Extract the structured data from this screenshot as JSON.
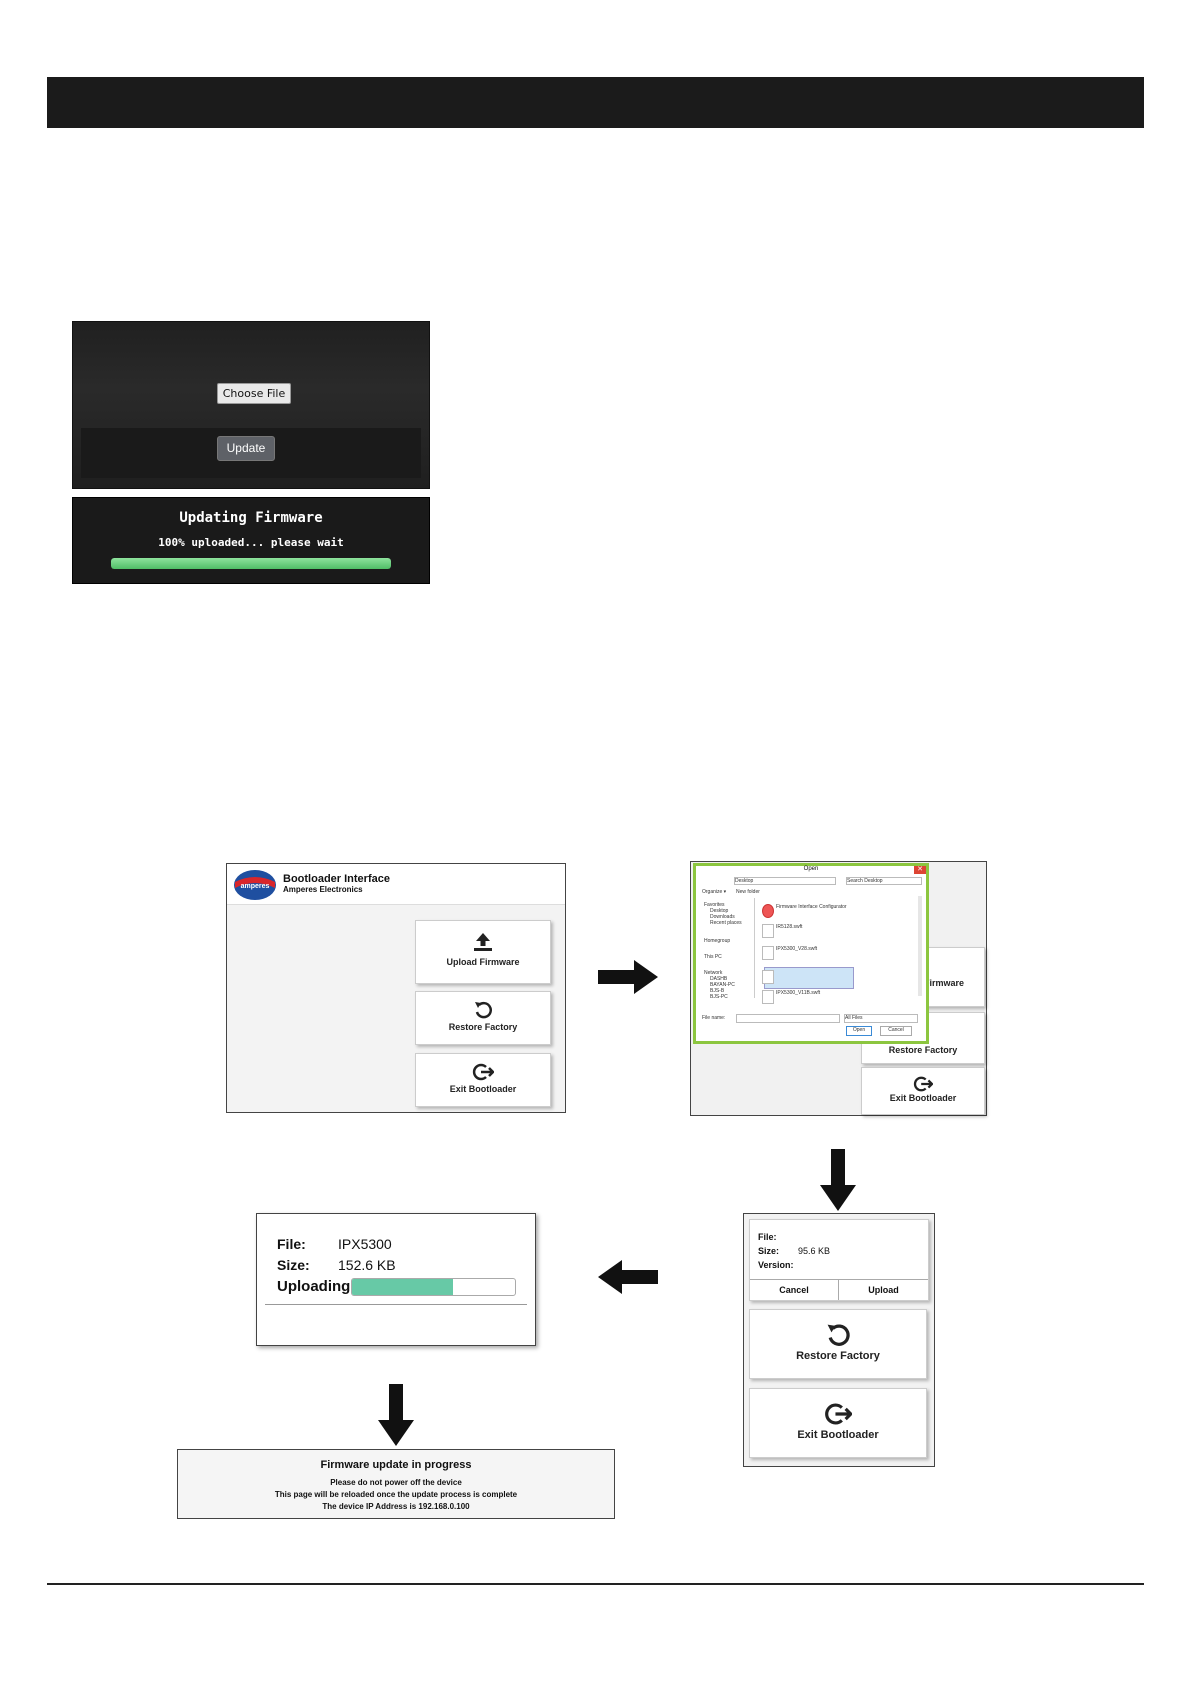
{
  "dark_panel": {
    "choose_file": "Choose File",
    "update": "Update"
  },
  "progress_panel": {
    "title": "Updating Firmware",
    "status": "100% uploaded... please wait",
    "progress": 1.0
  },
  "bootloader": {
    "title": "Bootloader Interface",
    "subtitle": "Amperes Electronics",
    "logo_text": "amperes",
    "upload": "Upload Firmware",
    "restore": "Restore Factory",
    "exit": "Exit Bootloader"
  },
  "open_dialog": {
    "title": "Open",
    "address": "Desktop",
    "search": "Search Desktop",
    "organize": "Organize ▾",
    "new_folder": "New folder",
    "nav": [
      "Favorites",
      "Desktop",
      "Downloads",
      "Recent places",
      "Homegroup",
      "This PC",
      "Network",
      "DASHB",
      "BAYAN-PC",
      "BJS-B",
      "BJS-PC"
    ],
    "files": [
      "Firmware Interface Configurator",
      "IR5128.swft",
      "IPX5300_V28.swft",
      "IPX5300_V11B.swft"
    ],
    "file_name_label": "File name:",
    "file_type": "All Files",
    "open": "Open",
    "cancel": "Cancel",
    "behind_upload": "Firmware",
    "behind_restore": "Restore Factory",
    "behind_exit": "Exit Bootloader"
  },
  "upload_confirm": {
    "file_label": "File:",
    "size_label": "Size:",
    "size_value": "95.6 KB",
    "version_label": "Version:",
    "cancel": "Cancel",
    "upload": "Upload",
    "restore": "Restore Factory",
    "exit": "Exit Bootloader"
  },
  "uploading": {
    "file_label": "File:",
    "file_value": "IPX5300",
    "size_label": "Size:",
    "size_value": "152.6 KB",
    "uploading_label": "Uploading",
    "progress": 0.62
  },
  "in_progress": {
    "title": "Firmware update in progress",
    "line1": "Please do not power off the device",
    "line2": "This page will be reloaded once the update process is complete",
    "line3": "The device IP Address is 192.168.0.100"
  }
}
